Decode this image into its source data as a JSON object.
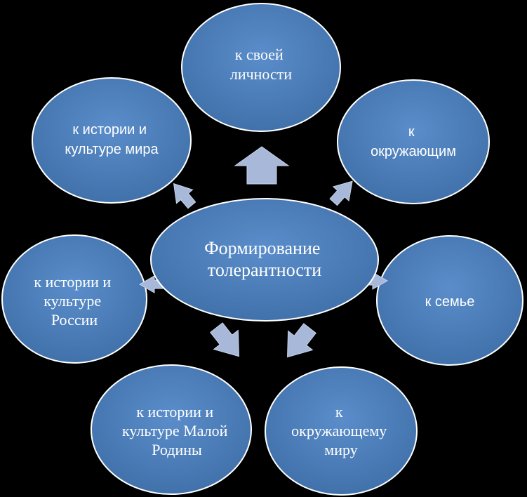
{
  "center": {
    "lines": [
      "Формирование",
      "толерантности"
    ]
  },
  "nodes": {
    "personality": {
      "lines": [
        "к своей",
        "личности"
      ]
    },
    "others": {
      "lines": [
        "к",
        "окружающим"
      ]
    },
    "family": {
      "lines": [
        "к семье"
      ]
    },
    "world": {
      "lines": [
        "к",
        "окружающему",
        "миру"
      ]
    },
    "homeland": {
      "lines": [
        "к истории и",
        "культуре Малой",
        "Родины"
      ]
    },
    "russia": {
      "lines": [
        "к истории и",
        "культуре",
        "России"
      ]
    },
    "world_culture": {
      "lines": [
        "к истории и",
        "культуре мира"
      ]
    }
  },
  "colors": {
    "background": "#000000",
    "circle_fill": "#4f81bd",
    "circle_stroke": "#ffffff",
    "arrow_fill": "#a7b8d8"
  }
}
